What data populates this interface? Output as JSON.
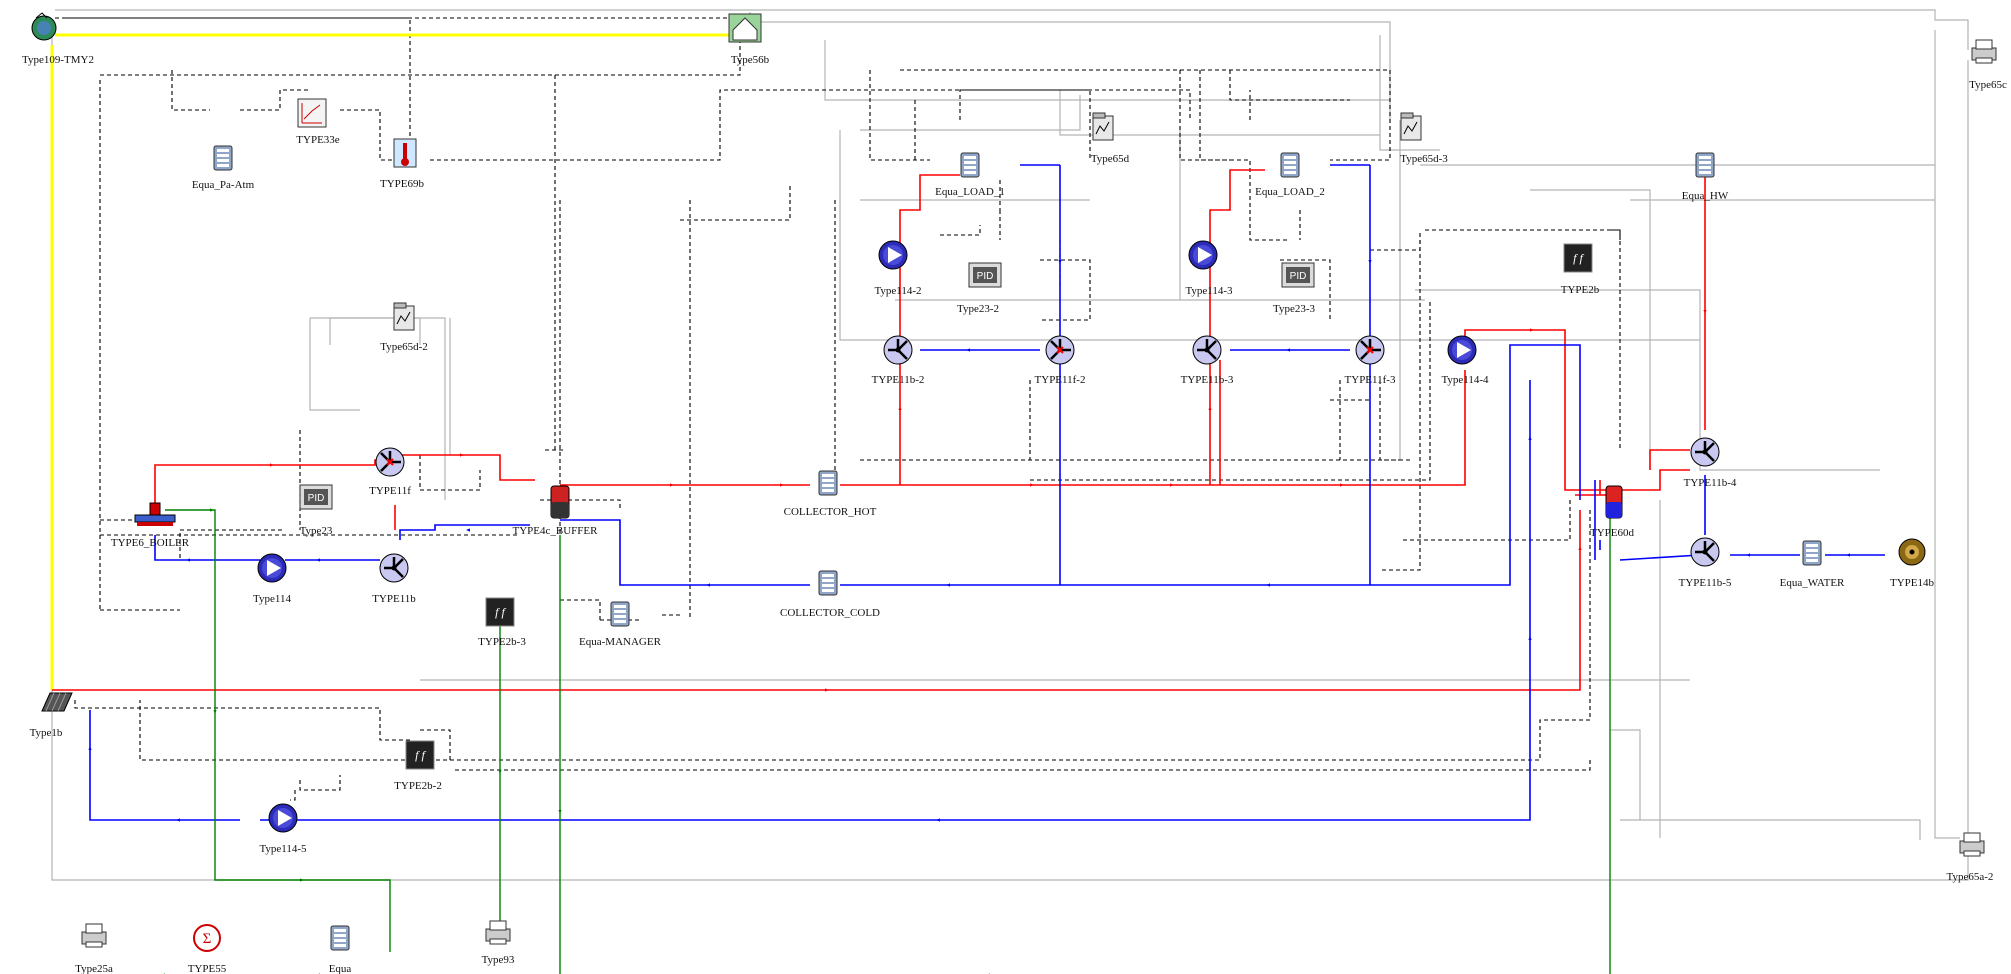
{
  "colors": {
    "hot": "#ff0000",
    "cold": "#0000ff",
    "control": "#000000",
    "output": "#b4b4b4",
    "weather": "#ffff00",
    "green": "#008000"
  },
  "components": [
    {
      "id": "weather",
      "label": "Type109-TMY2",
      "icon": "weather-icon"
    },
    {
      "id": "building",
      "label": "Type56b",
      "icon": "building-icon"
    },
    {
      "id": "printer_top",
      "label": "Type65c",
      "icon": "online-plotter-icon"
    },
    {
      "id": "equa_pa",
      "label": "Equa_Pa-Atm",
      "icon": "equation-icon"
    },
    {
      "id": "type33e",
      "label": "TYPE33e",
      "icon": "psychrometrics-icon"
    },
    {
      "id": "type69b",
      "label": "TYPE69b",
      "icon": "sky-temperature-icon"
    },
    {
      "id": "type65d",
      "label": "Type65d",
      "icon": "online-plotter-icon"
    },
    {
      "id": "equa_load1",
      "label": "Equa_LOAD_1",
      "icon": "equation-icon"
    },
    {
      "id": "type65d3",
      "label": "Type65d-3",
      "icon": "online-plotter-icon"
    },
    {
      "id": "equa_load2",
      "label": "Equa_LOAD_2",
      "icon": "equation-icon"
    },
    {
      "id": "equa_hw",
      "label": "Equa_HW",
      "icon": "equation-icon"
    },
    {
      "id": "type114_2",
      "label": "Type114-2",
      "icon": "pump-icon"
    },
    {
      "id": "type23_2",
      "label": "Type23-2",
      "icon": "pid-controller-icon"
    },
    {
      "id": "type114_3",
      "label": "Type114-3",
      "icon": "pump-icon"
    },
    {
      "id": "type23_3",
      "label": "Type23-3",
      "icon": "pid-controller-icon"
    },
    {
      "id": "type2b",
      "label": "TYPE2b",
      "icon": "controller-icon"
    },
    {
      "id": "type11b2",
      "label": "TYPE11b-2",
      "icon": "diverter-icon"
    },
    {
      "id": "type11f2",
      "label": "TYPE11f-2",
      "icon": "mixer-icon"
    },
    {
      "id": "type11b3",
      "label": "TYPE11b-3",
      "icon": "diverter-icon"
    },
    {
      "id": "type11f3",
      "label": "TYPE11f-3",
      "icon": "mixer-icon"
    },
    {
      "id": "type114_4",
      "label": "Type114-4",
      "icon": "pump-icon"
    },
    {
      "id": "type65d2",
      "label": "Type65d-2",
      "icon": "online-plotter-icon"
    },
    {
      "id": "type11f",
      "label": "TYPE11f",
      "icon": "mixer-icon"
    },
    {
      "id": "buffer",
      "label": "TYPE4c_BUFFER",
      "icon": "storage-tank-icon"
    },
    {
      "id": "collector_hot",
      "label": "COLLECTOR_HOT",
      "icon": "equation-icon"
    },
    {
      "id": "type11b4",
      "label": "TYPE11b-4",
      "icon": "diverter-icon"
    },
    {
      "id": "boiler",
      "label": "TYPE6_BOILER",
      "icon": "boiler-icon"
    },
    {
      "id": "type23",
      "label": "Type23",
      "icon": "pid-controller-icon"
    },
    {
      "id": "type60d",
      "label": "TYPE60d",
      "icon": "storage-tank-icon"
    },
    {
      "id": "type114",
      "label": "Type114",
      "icon": "pump-icon"
    },
    {
      "id": "type11b",
      "label": "TYPE11b",
      "icon": "diverter-icon"
    },
    {
      "id": "collector_cold",
      "label": "COLLECTOR_COLD",
      "icon": "equation-icon"
    },
    {
      "id": "type11b5",
      "label": "TYPE11b-5",
      "icon": "diverter-icon"
    },
    {
      "id": "equa_water",
      "label": "Equa_WATER",
      "icon": "equation-icon"
    },
    {
      "id": "type14b",
      "label": "TYPE14b",
      "icon": "forcing-function-icon"
    },
    {
      "id": "type2b3",
      "label": "TYPE2b-3",
      "icon": "controller-icon"
    },
    {
      "id": "equa_manager",
      "label": "Equa-MANAGER",
      "icon": "equation-icon"
    },
    {
      "id": "type1b",
      "label": "Type1b",
      "icon": "solar-collector-icon"
    },
    {
      "id": "type2b2",
      "label": "TYPE2b-2",
      "icon": "controller-icon"
    },
    {
      "id": "type114_5",
      "label": "Type114-5",
      "icon": "pump-icon"
    },
    {
      "id": "printer_bottom",
      "label": "Type65a-2",
      "icon": "online-plotter-icon"
    },
    {
      "id": "type93",
      "label": "Type93",
      "icon": "input-delay-icon"
    },
    {
      "id": "type25a",
      "label": "Type25a",
      "icon": "printer-icon"
    },
    {
      "id": "type55",
      "label": "TYPE55",
      "icon": "integrator-icon"
    },
    {
      "id": "equa",
      "label": "Equa",
      "icon": "equation-icon"
    }
  ]
}
